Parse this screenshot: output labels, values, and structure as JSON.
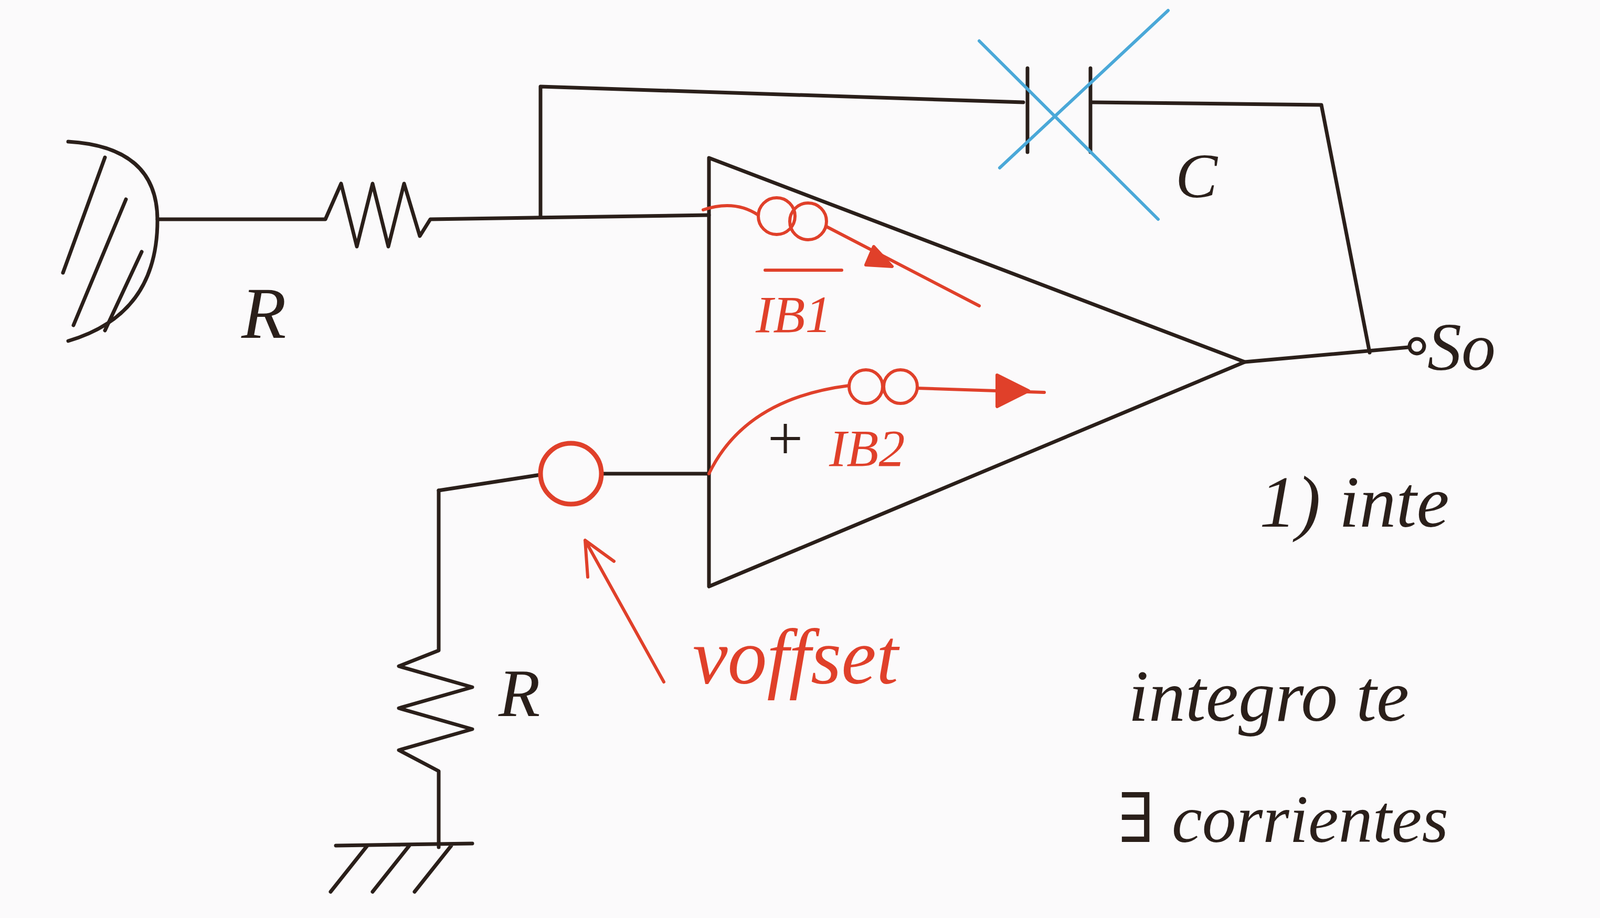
{
  "diagram": {
    "labels": [
      "R",
      "C",
      "IB1",
      "+",
      "IB2",
      "So",
      "voffset",
      "R",
      "1) inte",
      "integro te",
      "∃ corrientes"
    ]
  }
}
